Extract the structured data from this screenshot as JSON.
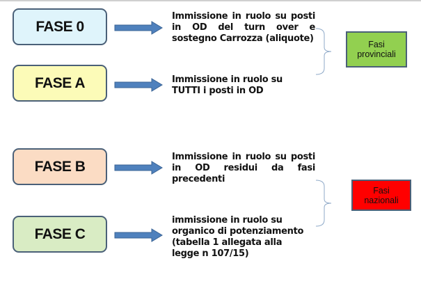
{
  "phases": [
    {
      "label": "FASE 0",
      "color": "#dff4fb",
      "description": "Immissione in ruolo su posti in OD del turn over e sostegno Carrozza (aliquote)"
    },
    {
      "label": "FASE A",
      "color": "#fcfbb8",
      "description": "Immissione in ruolo su TUTTI i posti in OD"
    },
    {
      "label": "FASE B",
      "color": "#fbdcc4",
      "description": "Immissione in ruolo su posti in OD residui da fasi precedenti"
    },
    {
      "label": "FASE C",
      "color": "#d9ecc4",
      "description": "immissione in ruolo su organico di potenziamento (tabella 1 allegata alla legge n 107/15)"
    }
  ],
  "groups": [
    {
      "label_line1": "Fasi",
      "label_line2": "provinciali",
      "color": "#92d050"
    },
    {
      "label_line1": "Fasi",
      "label_line2": "nazionali",
      "color": "#ff0000"
    }
  ],
  "arrow_color": "#4f81bd"
}
